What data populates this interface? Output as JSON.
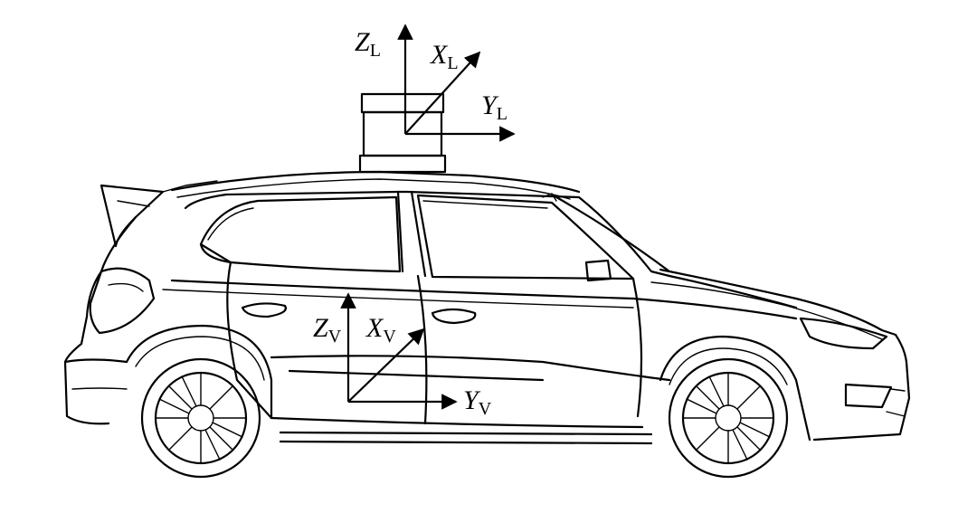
{
  "frames": {
    "lidar": {
      "z": {
        "letter": "Z",
        "sub": "L"
      },
      "x": {
        "letter": "X",
        "sub": "L"
      },
      "y": {
        "letter": "Y",
        "sub": "L"
      }
    },
    "vehicle": {
      "z": {
        "letter": "Z",
        "sub": "V"
      },
      "x": {
        "letter": "X",
        "sub": "V"
      },
      "y": {
        "letter": "Y",
        "sub": "V"
      }
    }
  }
}
